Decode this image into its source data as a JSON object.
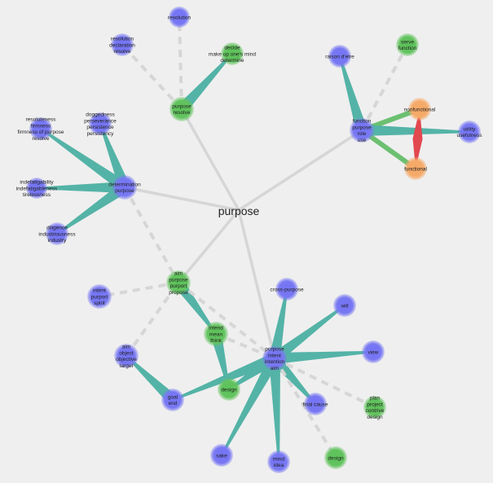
{
  "center": {
    "label": "purpose"
  },
  "colors": {
    "background": "#efefef",
    "noun": "#6f6ff2",
    "verb": "#5fc25a",
    "adjective": "#f6a865",
    "synonym_link": "#54b3a7",
    "antonym_link": "#e2484f",
    "semantic_link": "#d6d6d6"
  },
  "nodes": [
    {
      "id": "resolution",
      "type": "noun",
      "lines": [
        "resolution"
      ]
    },
    {
      "id": "resolution-declaration",
      "type": "noun",
      "lines": [
        "resolution",
        "declaration",
        "resolve"
      ]
    },
    {
      "id": "decide",
      "type": "verb",
      "lines": [
        "decide",
        "make up one's mind",
        "determine"
      ]
    },
    {
      "id": "purpose-resolve",
      "type": "verb",
      "lines": [
        "purpose",
        "resolve"
      ]
    },
    {
      "id": "doggedness",
      "type": "noun",
      "lines": [
        "doggedness",
        "perseverance",
        "persistence",
        "persistency"
      ]
    },
    {
      "id": "resoluteness",
      "type": "noun",
      "lines": [
        "resoluteness",
        "firmness",
        "firmness of purpose",
        "resolve"
      ]
    },
    {
      "id": "indefatigability",
      "type": "noun",
      "lines": [
        "indefatigability",
        "indefatigableness",
        "tirelessness"
      ]
    },
    {
      "id": "determination",
      "type": "noun",
      "lines": [
        "determination",
        "purpose"
      ]
    },
    {
      "id": "diligence",
      "type": "noun",
      "lines": [
        "diligence",
        "industriousness",
        "industry"
      ]
    },
    {
      "id": "raison",
      "type": "noun",
      "lines": [
        "raison d'etre"
      ]
    },
    {
      "id": "serve",
      "type": "verb",
      "lines": [
        "serve",
        "function"
      ]
    },
    {
      "id": "nonfunctional",
      "type": "adjective",
      "lines": [
        "nonfunctional"
      ]
    },
    {
      "id": "function",
      "type": "noun",
      "lines": [
        "function",
        "purpose",
        "role",
        "use"
      ]
    },
    {
      "id": "utility",
      "type": "noun",
      "lines": [
        "utility",
        "usefulness"
      ]
    },
    {
      "id": "functional",
      "type": "adjective",
      "lines": [
        "functional"
      ]
    },
    {
      "id": "aim-verb",
      "type": "verb",
      "lines": [
        "aim",
        "purpose",
        "purport",
        "propose"
      ]
    },
    {
      "id": "intent-purport",
      "type": "noun",
      "lines": [
        "intent",
        "purport",
        "spirit"
      ]
    },
    {
      "id": "cross-purpose",
      "type": "noun",
      "lines": [
        "cross-purpose"
      ]
    },
    {
      "id": "will",
      "type": "noun",
      "lines": [
        "will"
      ]
    },
    {
      "id": "intend",
      "type": "verb",
      "lines": [
        "intend",
        "mean",
        "think"
      ]
    },
    {
      "id": "aim-object",
      "type": "noun",
      "lines": [
        "aim",
        "object",
        "objective",
        "target"
      ]
    },
    {
      "id": "purpose-intent",
      "type": "noun",
      "lines": [
        "purpose",
        "intent",
        "intention",
        "aim"
      ]
    },
    {
      "id": "view",
      "type": "noun",
      "lines": [
        "view"
      ]
    },
    {
      "id": "design-verb",
      "type": "verb",
      "lines": [
        "design"
      ]
    },
    {
      "id": "goal",
      "type": "noun",
      "lines": [
        "goal",
        "end"
      ]
    },
    {
      "id": "final-cause",
      "type": "noun",
      "lines": [
        "final cause"
      ]
    },
    {
      "id": "plan",
      "type": "verb",
      "lines": [
        "plan",
        "project",
        "contrive",
        "design"
      ]
    },
    {
      "id": "sake",
      "type": "noun",
      "lines": [
        "sake"
      ]
    },
    {
      "id": "mind",
      "type": "noun",
      "lines": [
        "mind",
        "idea"
      ]
    },
    {
      "id": "design-bottom",
      "type": "verb",
      "lines": [
        "design"
      ]
    }
  ],
  "links": [
    {
      "from": "center",
      "to": "purpose-resolve",
      "kind": "semantic"
    },
    {
      "from": "center",
      "to": "determination",
      "kind": "semantic"
    },
    {
      "from": "center",
      "to": "function",
      "kind": "semantic"
    },
    {
      "from": "center",
      "to": "aim-verb",
      "kind": "semantic"
    },
    {
      "from": "center",
      "to": "purpose-intent",
      "kind": "semantic"
    },
    {
      "from": "purpose-resolve",
      "to": "resolution",
      "kind": "dashed"
    },
    {
      "from": "purpose-resolve",
      "to": "resolution-declaration",
      "kind": "dashed"
    },
    {
      "from": "purpose-resolve",
      "to": "decide",
      "kind": "synonym"
    },
    {
      "from": "determination",
      "to": "doggedness",
      "kind": "synonym"
    },
    {
      "from": "determination",
      "to": "resoluteness",
      "kind": "synonym"
    },
    {
      "from": "determination",
      "to": "indefatigability",
      "kind": "synonym"
    },
    {
      "from": "determination",
      "to": "diligence",
      "kind": "synonym"
    },
    {
      "from": "determination",
      "to": "aim-verb",
      "kind": "dashed"
    },
    {
      "from": "function",
      "to": "raison",
      "kind": "synonym"
    },
    {
      "from": "function",
      "to": "serve",
      "kind": "dashed"
    },
    {
      "from": "function",
      "to": "nonfunctional",
      "kind": "verbgreen"
    },
    {
      "from": "function",
      "to": "functional",
      "kind": "verbgreen"
    },
    {
      "from": "function",
      "to": "utility",
      "kind": "synonym"
    },
    {
      "from": "nonfunctional",
      "to": "functional",
      "kind": "antonym"
    },
    {
      "from": "aim-verb",
      "to": "intent-purport",
      "kind": "dashed"
    },
    {
      "from": "aim-verb",
      "to": "intend",
      "kind": "synonym"
    },
    {
      "from": "aim-verb",
      "to": "purpose-intent",
      "kind": "dashed"
    },
    {
      "from": "aim-object",
      "to": "aim-verb",
      "kind": "dashed"
    },
    {
      "from": "intend",
      "to": "design-verb",
      "kind": "synonym"
    },
    {
      "from": "intend",
      "to": "purpose-intent",
      "kind": "dashed"
    },
    {
      "from": "purpose-intent",
      "to": "cross-purpose",
      "kind": "synonym"
    },
    {
      "from": "purpose-intent",
      "to": "will",
      "kind": "synonym"
    },
    {
      "from": "purpose-intent",
      "to": "view",
      "kind": "synonym"
    },
    {
      "from": "purpose-intent",
      "to": "design-verb",
      "kind": "synonym"
    },
    {
      "from": "purpose-intent",
      "to": "goal",
      "kind": "synonym"
    },
    {
      "from": "purpose-intent",
      "to": "final-cause",
      "kind": "synonym"
    },
    {
      "from": "purpose-intent",
      "to": "plan",
      "kind": "dashed"
    },
    {
      "from": "purpose-intent",
      "to": "sake",
      "kind": "synonym"
    },
    {
      "from": "purpose-intent",
      "to": "mind",
      "kind": "synonym"
    },
    {
      "from": "purpose-intent",
      "to": "design-bottom",
      "kind": "dashed"
    },
    {
      "from": "goal",
      "to": "aim-object",
      "kind": "synonym"
    }
  ]
}
